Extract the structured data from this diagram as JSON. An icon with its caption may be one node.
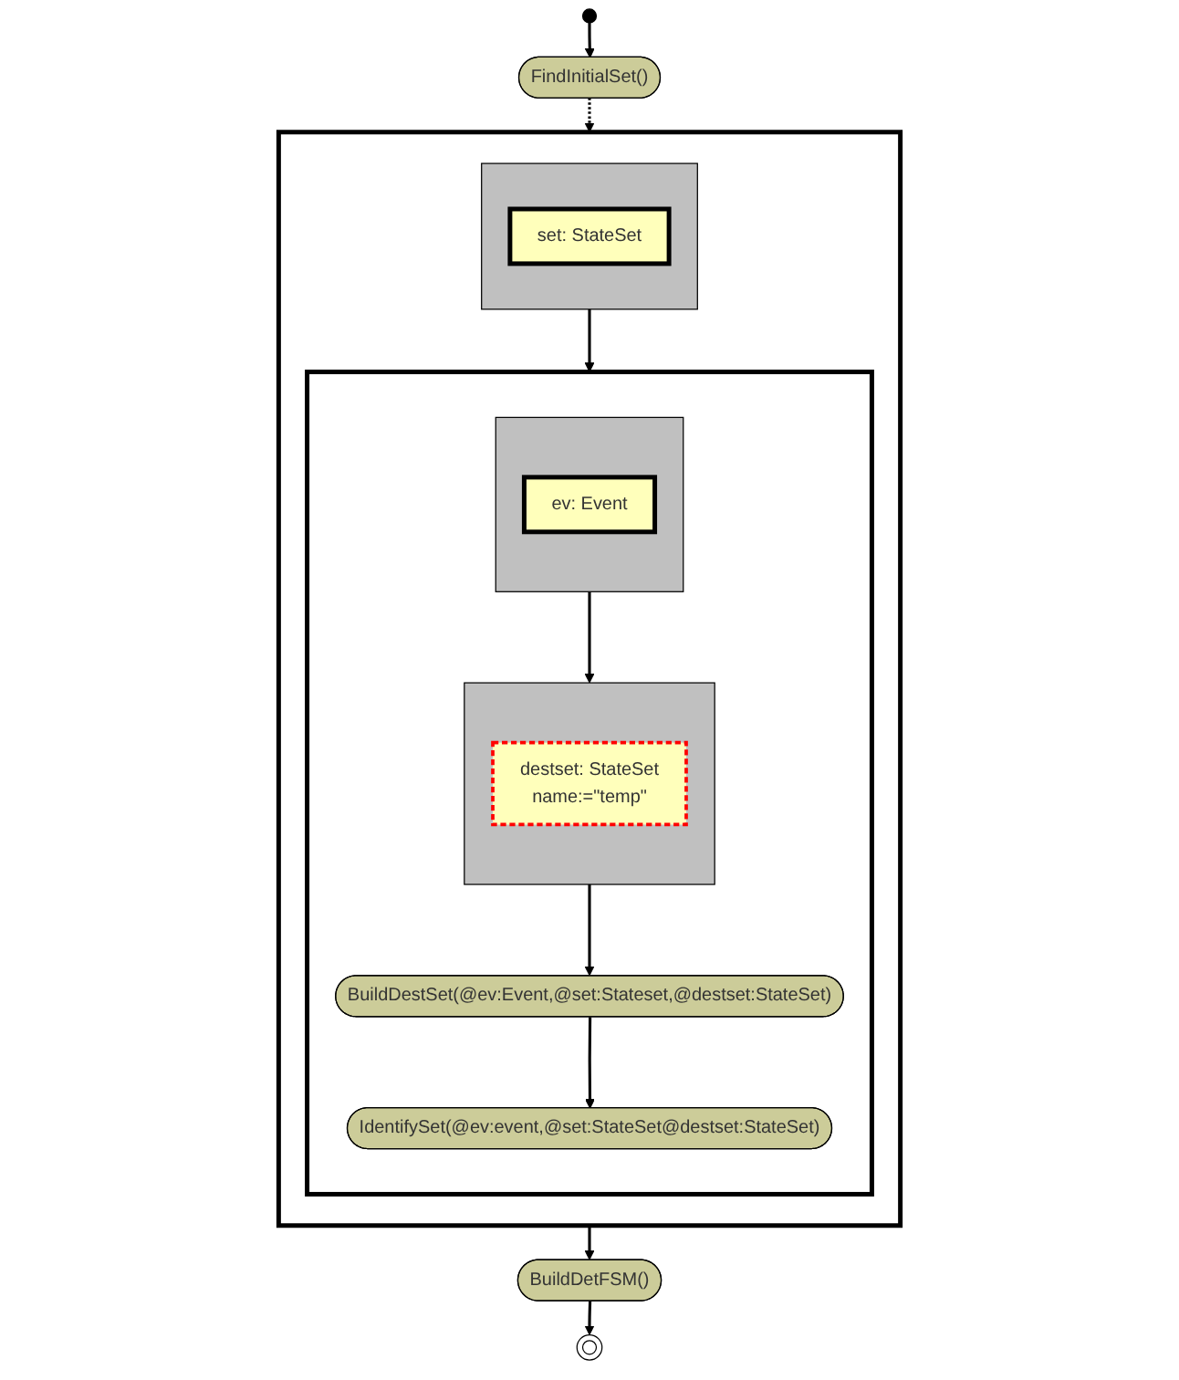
{
  "diagram": {
    "nodes": [
      {
        "text": [],
        "shape": "circle"
      },
      {
        "text": [
          "FindInitialSet()"
        ]
      },
      {
        "text": [],
        "shape": "box"
      },
      {
        "text": [],
        "shape": "box",
        "in": 2
      },
      {
        "text": [
          "set: StateSet"
        ],
        "in": 3
      },
      {
        "text": [],
        "shape": "box",
        "in": 2
      },
      {
        "text": [],
        "shape": "box",
        "in": 5
      },
      {
        "text": [
          "ev: Event"
        ],
        "in": 6
      },
      {
        "text": [],
        "shape": "box",
        "in": 5
      },
      {
        "text": [
          "destset: StateSet",
          "name:=\"temp\""
        ],
        "in": 8
      },
      {
        "text": [
          "BuildDestSet(@ev:Event,@set:Stateset,@destset:StateSet)"
        ],
        "in": 5
      },
      {
        "text": [
          "IdentifySet(@ev:event,@set:StateSet@destset:StateSet)"
        ],
        "in": 5
      },
      {
        "text": [
          "BuildDetFSM()"
        ]
      },
      {
        "text": [],
        "shape": "circle"
      }
    ],
    "edges": [
      {
        "from": 0,
        "to": 1,
        "arrow": "to"
      },
      {
        "from": 1,
        "to": 2,
        "arrow": "to",
        "style": "dashed"
      },
      {
        "from": 3,
        "to": 5,
        "arrow": "to"
      },
      {
        "from": 6,
        "to": 8,
        "arrow": "to"
      },
      {
        "from": 8,
        "to": 10,
        "arrow": "to"
      },
      {
        "from": 10,
        "to": 11,
        "arrow": "to"
      },
      {
        "from": 2,
        "to": 12,
        "arrow": "to"
      },
      {
        "from": 12,
        "to": 13,
        "arrow": "to"
      }
    ]
  }
}
